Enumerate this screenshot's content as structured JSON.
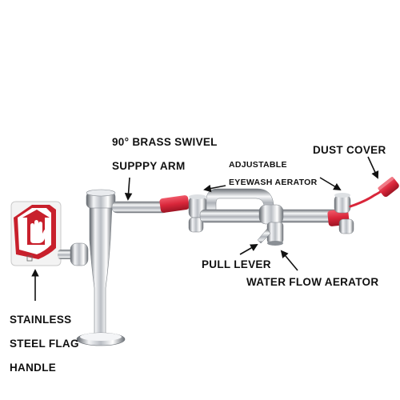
{
  "labels": {
    "swivel_line1": "90° BRASS SWIVEL",
    "swivel_line2": "SUPPPY ARM",
    "aerator_line1": "ADJUSTABLE",
    "aerator_line2": "EYEWASH AERATOR",
    "dust_cover": "DUST COVER",
    "pull_lever": "PULL LEVER",
    "water_flow": "WATER FLOW AERATOR",
    "flag_line1": "STAINLESS",
    "flag_line2": "STEEL FLAG",
    "flag_line3": "HANDLE"
  },
  "colors": {
    "chrome_light": "#f2f3f5",
    "chrome_mid": "#b9bdc3",
    "chrome_dark": "#5e6369",
    "red_accent": "#d9263a",
    "flag_red": "#c8202c",
    "text": "#111111"
  },
  "icons": {
    "flag_icon": "hand-stop-icon"
  }
}
